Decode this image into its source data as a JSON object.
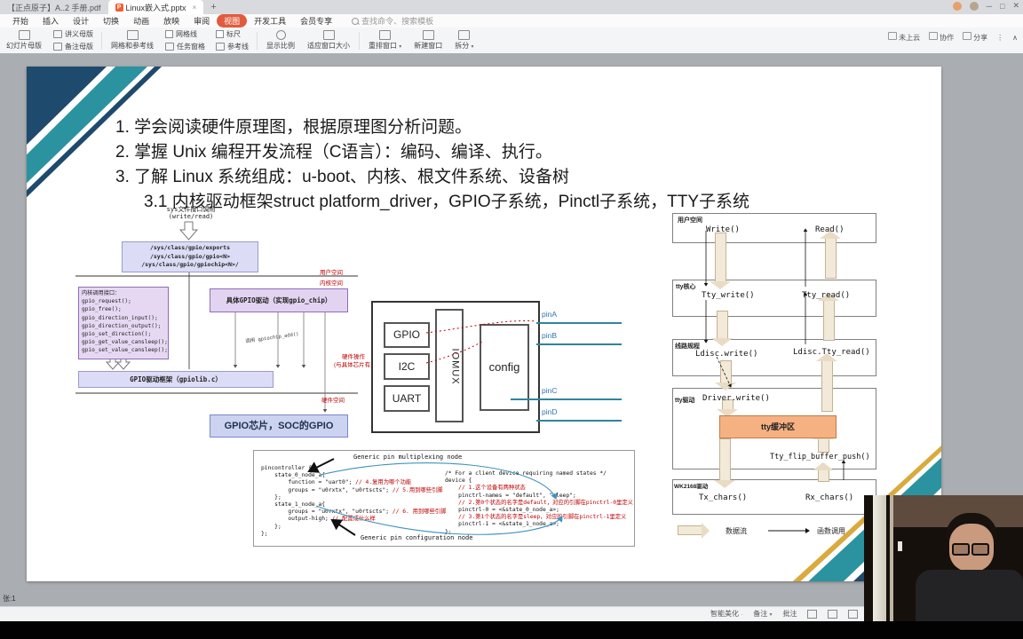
{
  "glyphs": {
    "caret": "▾",
    "more": "⋮",
    "collapse": "∧",
    "close_tab": "×",
    "close_win": "✕",
    "restore": "□",
    "minimize": "─",
    "plus": "+",
    "wps_icon_letter": "P",
    "dot": "·",
    "thin_arrow": "⟶"
  },
  "tab_bar": {
    "tabs": [
      {
        "title": "【正点原子】A..2 手册.pdf"
      },
      {
        "title": "Linux嵌入式.pptx",
        "active": true
      }
    ]
  },
  "menu": {
    "items": [
      {
        "label": "开始"
      },
      {
        "label": "插入"
      },
      {
        "label": "设计"
      },
      {
        "label": "切换"
      },
      {
        "label": "动画"
      },
      {
        "label": "放映"
      },
      {
        "label": "审阅"
      },
      {
        "label": "视图",
        "active": true
      },
      {
        "label": "开发工具"
      },
      {
        "label": "会员专享"
      }
    ],
    "search_hint": "查找命令、搜索模板"
  },
  "quick_bar": {
    "cloud": "未上云",
    "collab": "协作",
    "share": "分享"
  },
  "ribbon": {
    "slide_master": "幻灯片母版",
    "handout_master": "讲义母版",
    "notes_master": "备注母版",
    "grid_guides": "网格和参考线",
    "gridlines": "网格线",
    "task_pane": "任务窗格",
    "ruler": "标尺",
    "guides": "参考线",
    "zoom": "显示比例",
    "fit_window": "适应窗口大小",
    "arrange_windows": "重排窗口",
    "new_window": "新建窗口",
    "split": "拆分"
  },
  "slide": {
    "points": [
      "1. 学会阅读硬件原理图，根据原理图分析问题。",
      "2. 掌握 Unix 编程开发流程（C语言）：编码、编译、执行。",
      "3. 了解 Linux 系统组成：u-boot、内核、根文件系统、设备树",
      "3.1 内核驱动框架struct platform_driver，GPIO子系统，Pinctl子系统，TTY子系统"
    ],
    "gpio_diagram": {
      "sys_caption_1": "sys文件接口调用",
      "sys_caption_2": "(write/read)",
      "sysfs_paths": [
        "/sys/class/gpio/exports",
        "/sys/class/gpio/gpio<N>",
        "/sys/class/gpio/gpiochip<N>/"
      ],
      "user_space": "用户空间",
      "kernel_space": "内核空间",
      "api_lines": [
        "内核调用接口：",
        "gpio_request();",
        "gpio_free();",
        "gpio_direction_input();",
        "gpio_direction_output();",
        "gpio_set_direction();",
        "gpio_get_value_cansleep();",
        "gpio_set_value_cansleep();"
      ],
      "chip_driver": "具体GPIO驱动（实现gpio_chip）",
      "register_note": "调用 gpiochip_add()",
      "framework": "GPIO驱动框架（gpiolib.c）",
      "hw_note_1": "硬件操作",
      "hw_note_2": "(与具体芯片有关)",
      "hw_space": "硬件空间",
      "soc": "GPIO芯片，SOC的GPIO"
    },
    "pinmux_diagram": {
      "blocks": [
        "GPIO",
        "I2C",
        "UART"
      ],
      "mux": "IOMUX",
      "config": "config",
      "pins": [
        "pinA",
        "pinB",
        "pinC",
        "pinD"
      ]
    },
    "pinctrl_code": {
      "top_label": "Generic pin multiplexing node",
      "bottom_label": "Generic pin configuration node",
      "left_lines": [
        {
          "c": "pincontroller {",
          "r": ""
        },
        {
          "c": "    state_0_node_a{",
          "r": ""
        },
        {
          "c": "        function = \"uart0\"; ",
          "r": "// 4.复用为哪个功能"
        },
        {
          "c": "        groups = \"u0rxtx\", \"u0rtscts\"; ",
          "r": "// 5.用到哪些引脚"
        },
        {
          "c": "    };",
          "r": ""
        },
        {
          "c": "    state_1_node_a{",
          "r": ""
        },
        {
          "c": "        groups = \"u0rxtx\", \"u0rtscts\"; ",
          "r": "// 6. 用到哪些引脚"
        },
        {
          "c": "        output-high; ",
          "r": "// 配置成什么样"
        },
        {
          "c": "    };",
          "r": ""
        },
        {
          "c": "};",
          "r": ""
        }
      ],
      "right_lines": [
        {
          "c": "/* For a client device requiring named states */",
          "r": ""
        },
        {
          "c": "device {",
          "r": ""
        },
        {
          "c": "    ",
          "r": "// 1.这个设备有两种状态"
        },
        {
          "c": "    pinctrl-names = \"default\", \"sleep\";",
          "r": ""
        },
        {
          "c": "    ",
          "r": "// 2.第0个状态的名字是default，对应的引脚在pinctrl-0里定义"
        },
        {
          "c": "    pinctrl-0 = <&state_0_node_a>;",
          "r": ""
        },
        {
          "c": "    ",
          "r": "// 3.第1个状态的名字是sleep，对应的引脚在pinctrl-1里定义"
        },
        {
          "c": "    pinctrl-1 = <&state_1_node_a>;",
          "r": ""
        },
        {
          "c": "};",
          "r": ""
        }
      ]
    },
    "tty_diagram": {
      "layers": [
        {
          "label": "用户空间",
          "left": "Write()",
          "right": "Read()"
        },
        {
          "label": "tty核心",
          "left": "Tty_write()",
          "right": "Tty_read()"
        },
        {
          "label": "线路规程",
          "left": "Ldisc.write()",
          "right": "Ldisc.Tty_read()"
        },
        {
          "label": "tty驱动",
          "left": "Driver.write()",
          "buffer": "tty缓冲区",
          "push": "Tty_flip_buffer_push()"
        },
        {
          "label": "WK2168驱动",
          "left": "Tx_chars()",
          "right": "Rx_chars()"
        }
      ],
      "legend": {
        "data_flow": "数据流",
        "func_call": "函数调用"
      }
    }
  },
  "status_bar": {
    "slide_indicator": "张:1",
    "beautify": "智能美化",
    "notes": "备注",
    "comments": "批注"
  }
}
